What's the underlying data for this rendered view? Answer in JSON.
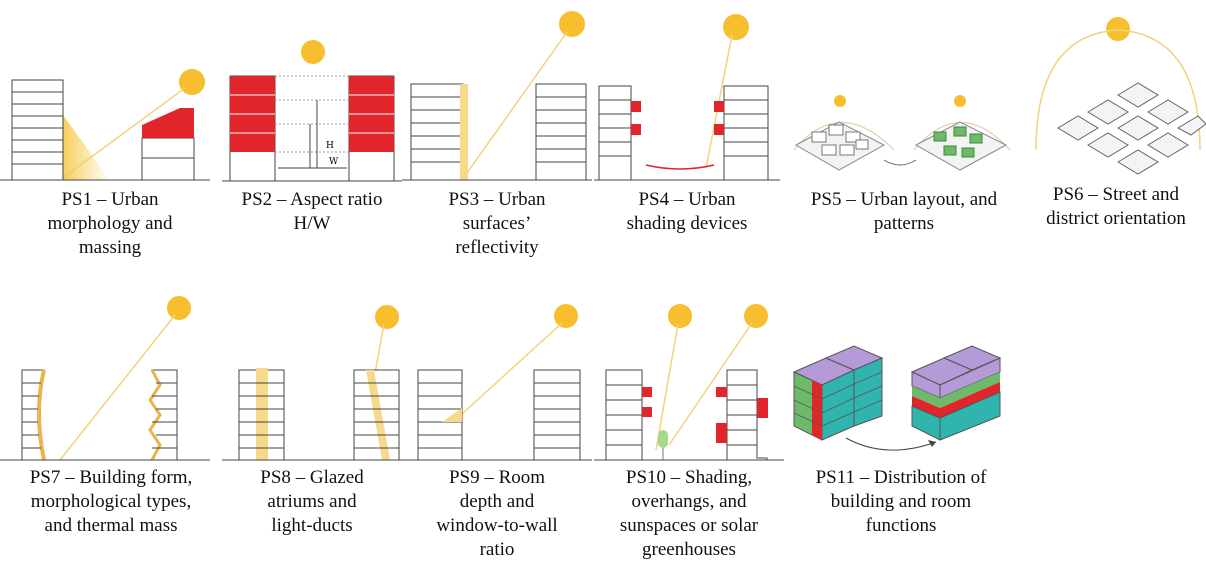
{
  "colors": {
    "sun": "#f7bf2e",
    "red": "#e0262b",
    "outline": "#444444",
    "glow": "#f6d98a",
    "purple": "#b49ad6",
    "green": "#6dbb6a",
    "teal": "#2fb5ad",
    "tree": "#a7d98a"
  },
  "panels": [
    {
      "id": "ps1",
      "icon": "urban-massing-icon",
      "caption": [
        "PS1 – Urban",
        "morphology and",
        "massing"
      ]
    },
    {
      "id": "ps2",
      "icon": "aspect-ratio-icon",
      "caption": [
        "PS2 – Aspect ratio",
        "H/W"
      ],
      "labels": {
        "h": "H",
        "w": "W"
      }
    },
    {
      "id": "ps3",
      "icon": "surface-reflectivity-icon",
      "caption": [
        "PS3 – Urban",
        "surfaces’",
        "reflectivity"
      ]
    },
    {
      "id": "ps4",
      "icon": "urban-shading-icon",
      "caption": [
        "PS4 – Urban",
        "shading devices"
      ]
    },
    {
      "id": "ps5",
      "icon": "urban-layout-icon",
      "caption": [
        "PS5 – Urban layout, and",
        "patterns"
      ]
    },
    {
      "id": "ps6",
      "icon": "street-orientation-icon",
      "caption": [
        "PS6 – Street and",
        "district orientation"
      ]
    },
    {
      "id": "ps7",
      "icon": "building-form-icon",
      "caption": [
        "PS7 – Building form,",
        "morphological types,",
        "and thermal mass"
      ]
    },
    {
      "id": "ps8",
      "icon": "atrium-lightduct-icon",
      "caption": [
        "PS8 – Glazed",
        "atriums and",
        "light-ducts"
      ]
    },
    {
      "id": "ps9",
      "icon": "room-depth-icon",
      "caption": [
        "PS9 – Room",
        "depth and",
        "window-to-wall",
        "ratio"
      ]
    },
    {
      "id": "ps10",
      "icon": "shading-overhangs-icon",
      "caption": [
        "PS10 – Shading,",
        "overhangs, and",
        "sunspaces or solar",
        "greenhouses"
      ]
    },
    {
      "id": "ps11",
      "icon": "room-functions-icon",
      "caption": [
        "PS11 – Distribution of",
        "building and room",
        "functions"
      ]
    }
  ]
}
